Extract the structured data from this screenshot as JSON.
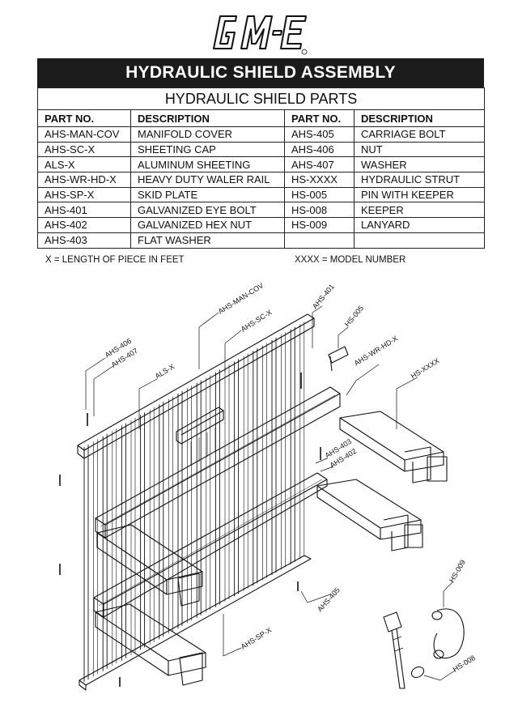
{
  "brand": {
    "logo_text": "GME"
  },
  "title": "HYDRAULIC SHIELD ASSEMBLY",
  "table": {
    "subtitle": "HYDRAULIC SHIELD PARTS",
    "headers": [
      "PART NO.",
      "DESCRIPTION",
      "PART NO.",
      "DESCRIPTION"
    ],
    "rows": [
      [
        "AHS-MAN-COV",
        "MANIFOLD COVER",
        "AHS-405",
        "CARRIAGE BOLT"
      ],
      [
        "AHS-SC-X",
        "SHEETING CAP",
        "AHS-406",
        "NUT"
      ],
      [
        "ALS-X",
        "ALUMINUM SHEETING",
        "AHS-407",
        "WASHER"
      ],
      [
        "AHS-WR-HD-X",
        "HEAVY DUTY WALER RAIL",
        "HS-XXXX",
        "HYDRAULIC STRUT"
      ],
      [
        "AHS-SP-X",
        "SKID PLATE",
        "HS-005",
        "PIN WITH KEEPER"
      ],
      [
        "AHS-401",
        "GALVANIZED EYE BOLT",
        "HS-008",
        "KEEPER"
      ],
      [
        "AHS-402",
        "GALVANIZED HEX NUT",
        "HS-009",
        "LANYARD"
      ],
      [
        "AHS-403",
        "FLAT WASHER",
        "",
        ""
      ]
    ]
  },
  "notes": {
    "left": "X = LENGTH OF PIECE IN FEET",
    "right": "XXXX = MODEL NUMBER"
  },
  "callouts": {
    "man_cov": "AHS-MAN-COV",
    "sc_x": "AHS-SC-X",
    "ahs401": "AHS-401",
    "hs005": "HS-005",
    "ahs406": "AHS-406",
    "ahs407": "AHS-407",
    "als_x": "ALS-X",
    "wr_hd": "AHS-WR-HD-X",
    "hs_xxxx": "HS-XXXX",
    "ahs403": "AHS-403",
    "ahs402": "AHS-402",
    "ahs405": "AHS-405",
    "sp_x": "AHS-SP-X",
    "hs009": "HS-009",
    "hs008": "HS-008"
  }
}
